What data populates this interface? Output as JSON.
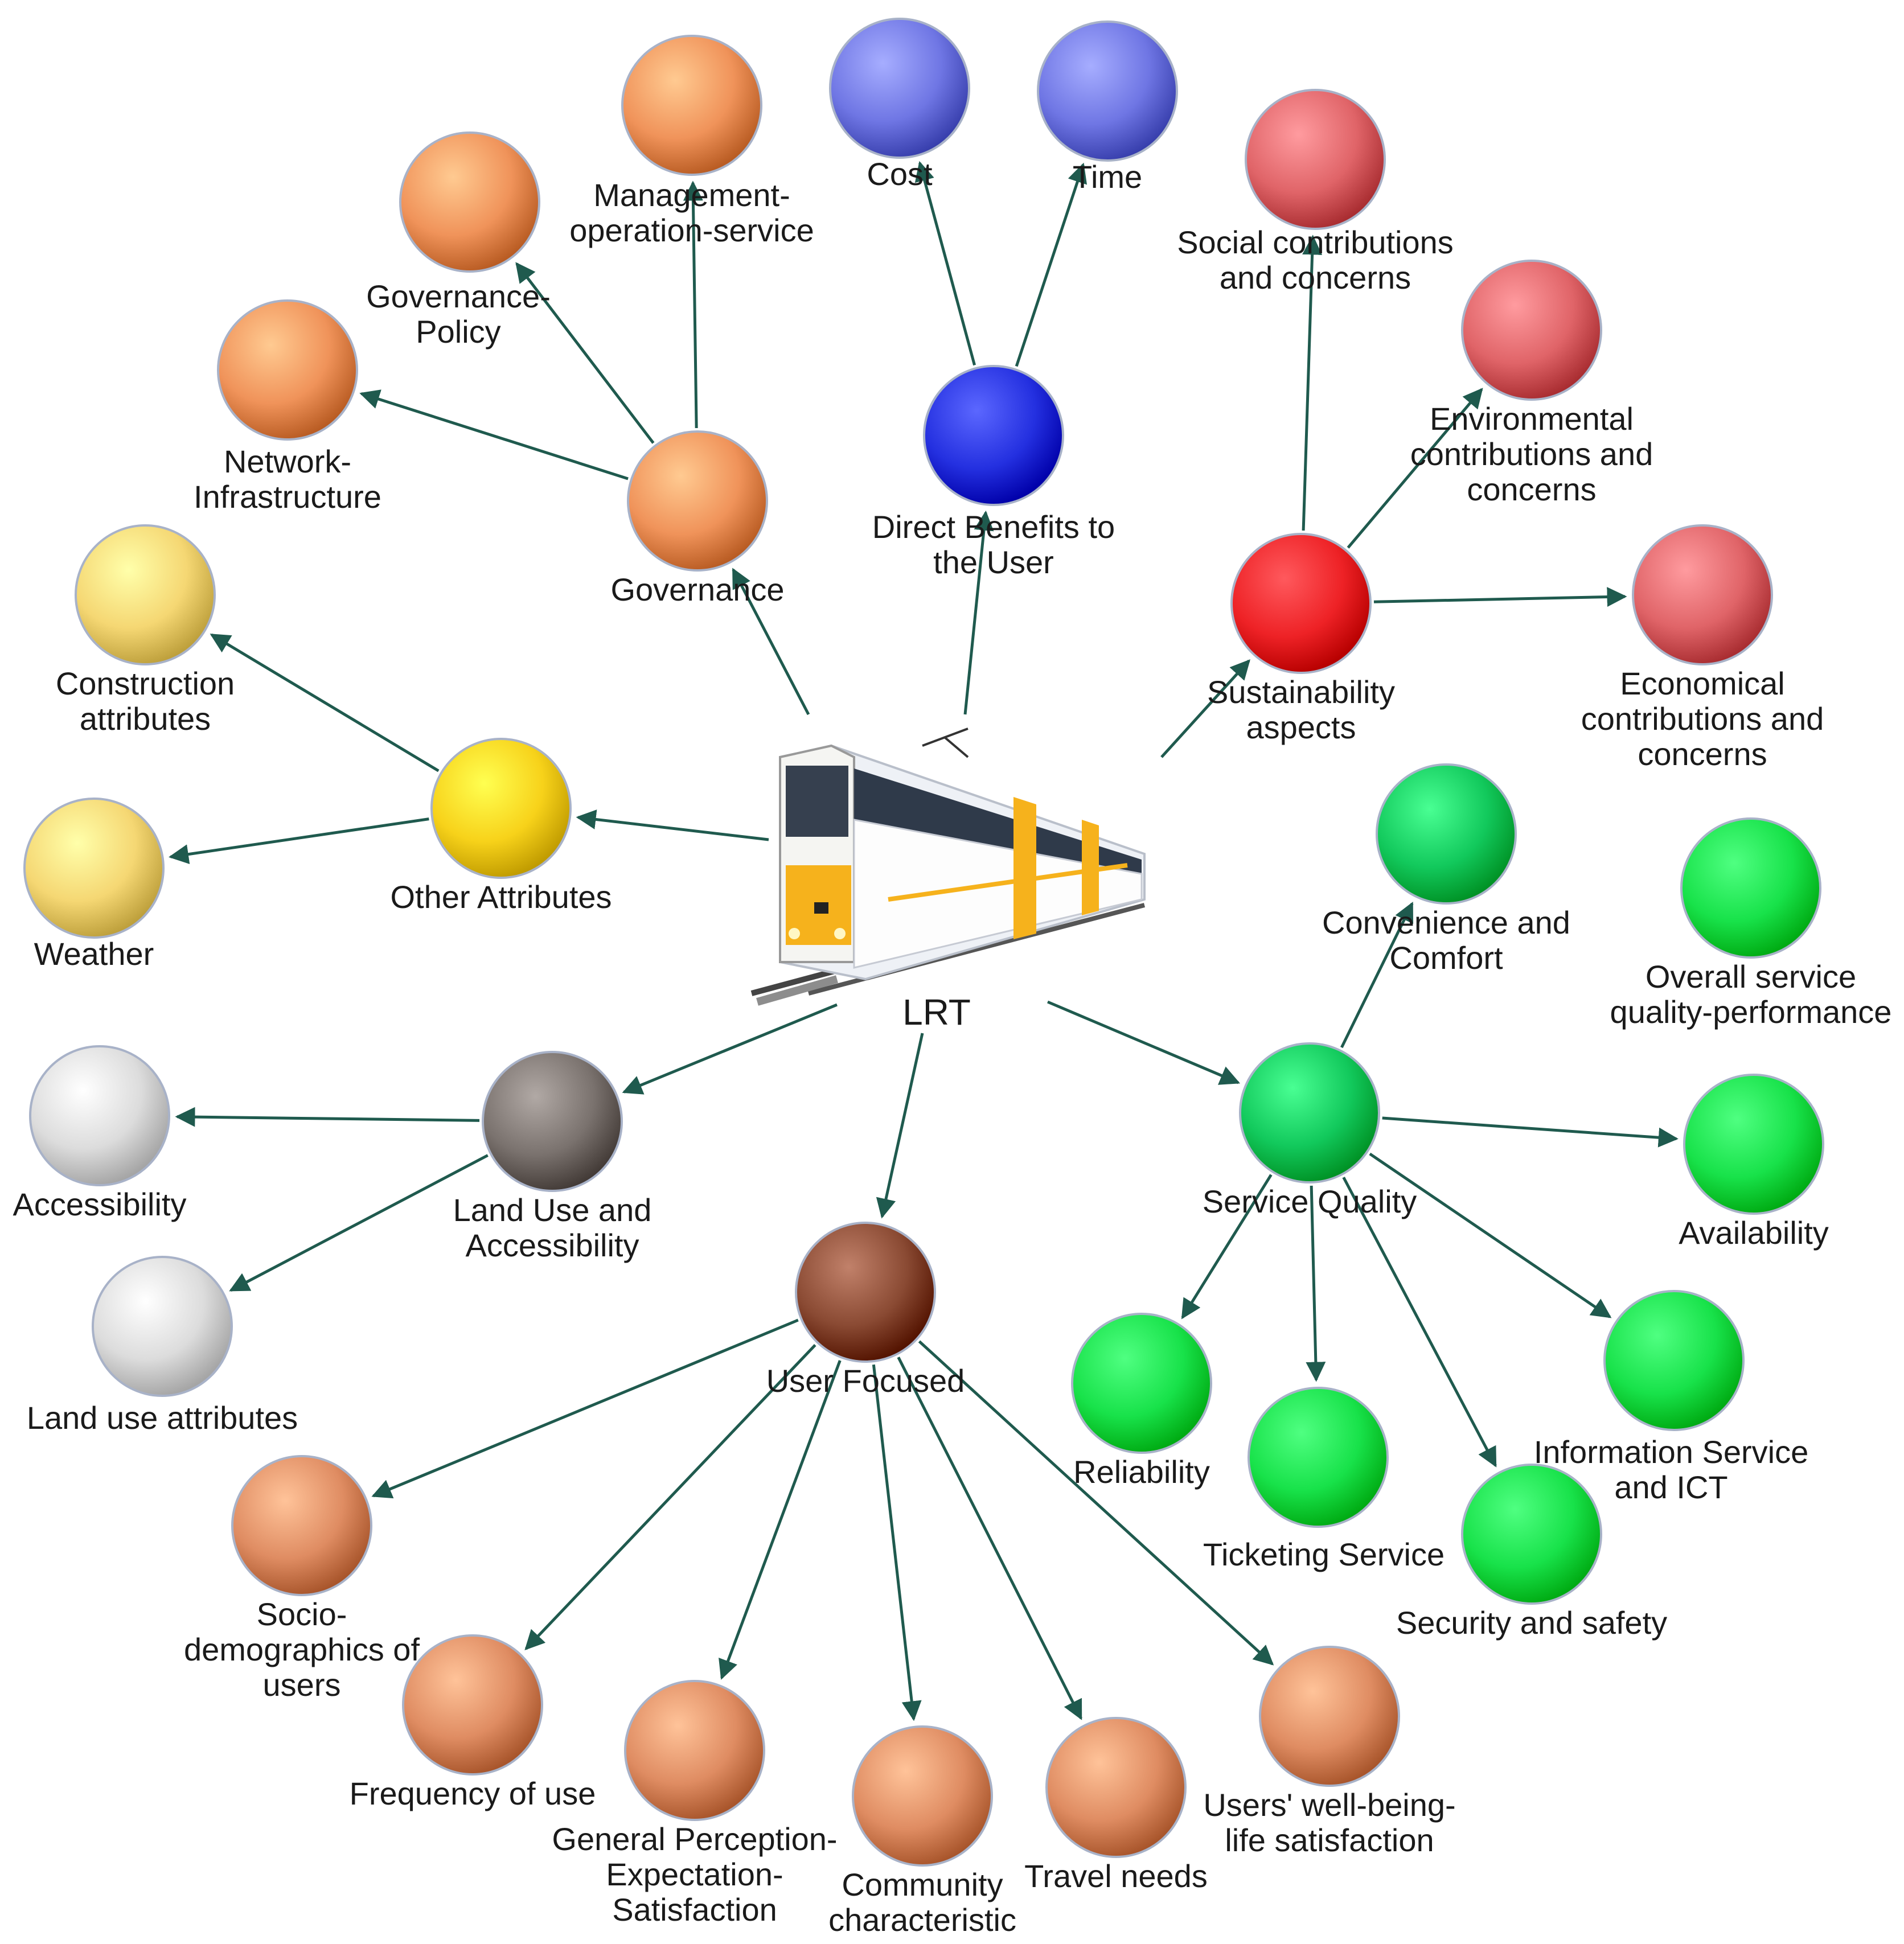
{
  "center": {
    "label": "LRT",
    "image": "light-rail-train"
  },
  "colors": {
    "orange": "#f0935a",
    "blue_light": "#6f76e4",
    "blue_dark": "#2430e0",
    "red_light": "#e06468",
    "red_dark": "#ee2226",
    "yellow_light": "#f5d773",
    "yellow_dark": "#f7d21a",
    "green_dark": "#12c95c",
    "green_light": "#18e24a",
    "grey_dark": "#7a726e",
    "grey_light": "#dcdcdc",
    "brown": "#8a4a33",
    "salmon": "#df8c62",
    "arrow": "#1f5a4e"
  },
  "nodes": [
    {
      "id": "governance",
      "lines": [
        "Governance"
      ],
      "color": "orange"
    },
    {
      "id": "governance-policy",
      "lines": [
        "Governance-",
        "Policy"
      ],
      "color": "orange"
    },
    {
      "id": "management-operation-service",
      "lines": [
        "Management-",
        "operation-service"
      ],
      "color": "orange"
    },
    {
      "id": "network-infrastructure",
      "lines": [
        "Network-",
        "Infrastructure"
      ],
      "color": "orange"
    },
    {
      "id": "direct-benefits",
      "lines": [
        "Direct Benefits to",
        "the User"
      ],
      "color": "blue_dark"
    },
    {
      "id": "cost",
      "lines": [
        "Cost"
      ],
      "color": "blue_light"
    },
    {
      "id": "time",
      "lines": [
        "Time"
      ],
      "color": "blue_light"
    },
    {
      "id": "sustainability",
      "lines": [
        "Sustainability",
        "aspects"
      ],
      "color": "red_dark"
    },
    {
      "id": "social",
      "lines": [
        "Social contributions",
        "and concerns"
      ],
      "color": "red_light"
    },
    {
      "id": "environmental",
      "lines": [
        "Environmental",
        "contributions and",
        "concerns"
      ],
      "color": "red_light"
    },
    {
      "id": "economical",
      "lines": [
        "Economical",
        "contributions and",
        "concerns"
      ],
      "color": "red_light"
    },
    {
      "id": "other-attributes",
      "lines": [
        "Other Attributes"
      ],
      "color": "yellow_dark"
    },
    {
      "id": "construction",
      "lines": [
        "Construction",
        "attributes"
      ],
      "color": "yellow_light"
    },
    {
      "id": "weather",
      "lines": [
        "Weather"
      ],
      "color": "yellow_light"
    },
    {
      "id": "service-quality",
      "lines": [
        "Service Quality"
      ],
      "color": "green_dark"
    },
    {
      "id": "convenience",
      "lines": [
        "Convenience and",
        "Comfort"
      ],
      "color": "green_dark"
    },
    {
      "id": "overall-service",
      "lines": [
        "Overall service",
        "quality-performance"
      ],
      "color": "green_light"
    },
    {
      "id": "availability",
      "lines": [
        "Availability"
      ],
      "color": "green_light"
    },
    {
      "id": "reliability",
      "lines": [
        "Reliability"
      ],
      "color": "green_light"
    },
    {
      "id": "ticketing",
      "lines": [
        "Ticketing Service"
      ],
      "color": "green_light"
    },
    {
      "id": "security",
      "lines": [
        "Security and safety"
      ],
      "color": "green_light"
    },
    {
      "id": "information",
      "lines": [
        "Information Service",
        "and ICT"
      ],
      "color": "green_light"
    },
    {
      "id": "land-use-accessibility",
      "lines": [
        "Land Use and",
        "Accessibility"
      ],
      "color": "grey_dark"
    },
    {
      "id": "accessibility",
      "lines": [
        "Accessibility"
      ],
      "color": "grey_light"
    },
    {
      "id": "land-use-attributes",
      "lines": [
        "Land use attributes"
      ],
      "color": "grey_light"
    },
    {
      "id": "user-focused",
      "lines": [
        "User Focused"
      ],
      "color": "brown"
    },
    {
      "id": "socio-demographics",
      "lines": [
        "Socio-",
        "demographics of",
        "users"
      ],
      "color": "salmon"
    },
    {
      "id": "frequency",
      "lines": [
        "Frequency of use"
      ],
      "color": "salmon"
    },
    {
      "id": "general-perception",
      "lines": [
        "General Perception-",
        "Expectation-",
        "Satisfaction"
      ],
      "color": "salmon"
    },
    {
      "id": "community",
      "lines": [
        "Community",
        "characteristic"
      ],
      "color": "salmon"
    },
    {
      "id": "travel-needs",
      "lines": [
        "Travel needs"
      ],
      "color": "salmon"
    },
    {
      "id": "wellbeing",
      "lines": [
        "Users' well-being-",
        "life satisfaction"
      ],
      "color": "salmon"
    }
  ],
  "edges": [
    {
      "from": "center",
      "to": "governance"
    },
    {
      "from": "center",
      "to": "direct-benefits"
    },
    {
      "from": "center",
      "to": "sustainability"
    },
    {
      "from": "center",
      "to": "other-attributes"
    },
    {
      "from": "center",
      "to": "service-quality"
    },
    {
      "from": "center",
      "to": "land-use-accessibility"
    },
    {
      "from": "center",
      "to": "user-focused"
    },
    {
      "from": "governance",
      "to": "network-infrastructure"
    },
    {
      "from": "governance",
      "to": "governance-policy"
    },
    {
      "from": "governance",
      "to": "management-operation-service"
    },
    {
      "from": "direct-benefits",
      "to": "cost"
    },
    {
      "from": "direct-benefits",
      "to": "time"
    },
    {
      "from": "sustainability",
      "to": "social"
    },
    {
      "from": "sustainability",
      "to": "environmental"
    },
    {
      "from": "sustainability",
      "to": "economical"
    },
    {
      "from": "other-attributes",
      "to": "construction"
    },
    {
      "from": "other-attributes",
      "to": "weather"
    },
    {
      "from": "service-quality",
      "to": "convenience"
    },
    {
      "from": "service-quality",
      "to": "availability"
    },
    {
      "from": "service-quality",
      "to": "reliability"
    },
    {
      "from": "service-quality",
      "to": "ticketing"
    },
    {
      "from": "service-quality",
      "to": "security"
    },
    {
      "from": "service-quality",
      "to": "information"
    },
    {
      "from": "land-use-accessibility",
      "to": "accessibility"
    },
    {
      "from": "land-use-accessibility",
      "to": "land-use-attributes"
    },
    {
      "from": "user-focused",
      "to": "socio-demographics"
    },
    {
      "from": "user-focused",
      "to": "frequency"
    },
    {
      "from": "user-focused",
      "to": "general-perception"
    },
    {
      "from": "user-focused",
      "to": "community"
    },
    {
      "from": "user-focused",
      "to": "travel-needs"
    },
    {
      "from": "user-focused",
      "to": "wellbeing"
    }
  ]
}
